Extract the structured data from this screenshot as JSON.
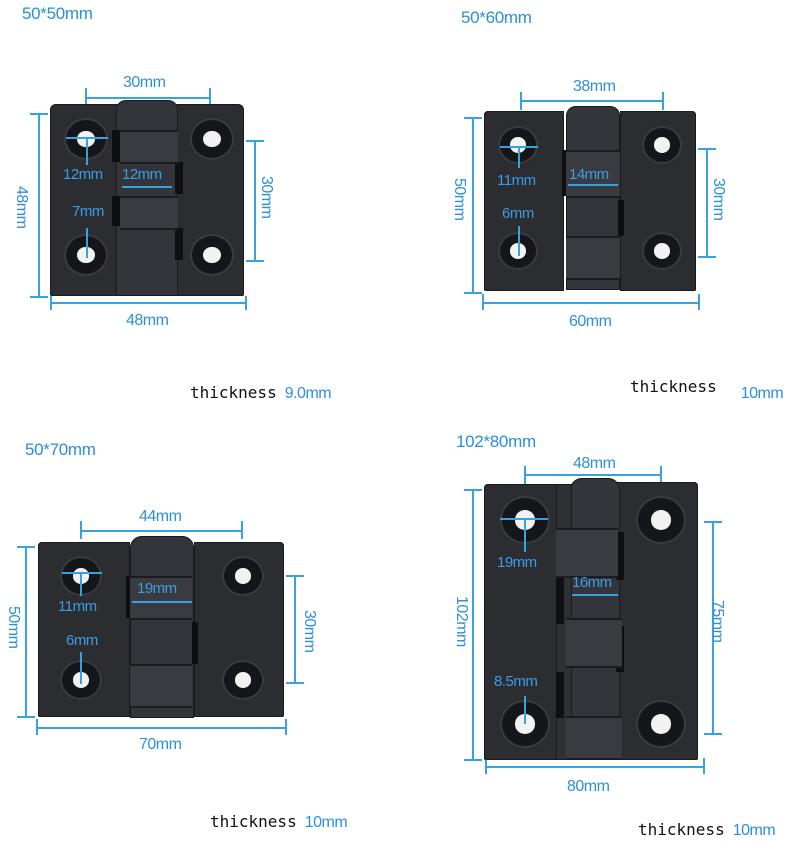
{
  "hinges": [
    {
      "size_label": "50*50mm",
      "dimensions": {
        "top_span": "30mm",
        "left_height": "48mm",
        "right_span": "30mm",
        "bottom_width": "48mm",
        "hole_diameter": "12mm",
        "knuckle_width": "12mm",
        "hole_inner": "7mm"
      },
      "thickness_label": "thickness",
      "thickness_value": "9.0mm"
    },
    {
      "size_label": "50*60mm",
      "dimensions": {
        "top_span": "38mm",
        "left_height": "50mm",
        "right_span": "30mm",
        "bottom_width": "60mm",
        "hole_diameter": "11mm",
        "knuckle_width": "14mm",
        "hole_inner": "6mm"
      },
      "thickness_label": "thickness",
      "thickness_value": "10mm"
    },
    {
      "size_label": "50*70mm",
      "dimensions": {
        "top_span": "44mm",
        "left_height": "50mm",
        "right_span": "30mm",
        "bottom_width": "70mm",
        "hole_diameter": "11mm",
        "knuckle_width": "19mm",
        "hole_inner": "6mm"
      },
      "thickness_label": "thickness",
      "thickness_value": "10mm"
    },
    {
      "size_label": "102*80mm",
      "dimensions": {
        "top_span": "48mm",
        "left_height": "102mm",
        "right_span": "75mm",
        "bottom_width": "80mm",
        "hole_diameter": "19mm",
        "knuckle_width": "16mm",
        "hole_inner": "8.5mm"
      },
      "thickness_label": "thickness",
      "thickness_value": "10mm"
    }
  ],
  "colors": {
    "annotation_blue": "#2e90d8",
    "hinge_body": "#2c2d31",
    "background": "#ffffff"
  }
}
